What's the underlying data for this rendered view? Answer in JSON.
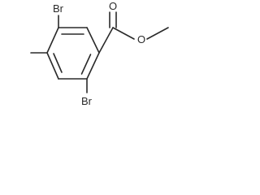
{
  "molecule": {
    "labels": {
      "br_top": "Br",
      "br_bottom": "Br",
      "o_carbonyl": "O",
      "o_ester": "O"
    }
  }
}
